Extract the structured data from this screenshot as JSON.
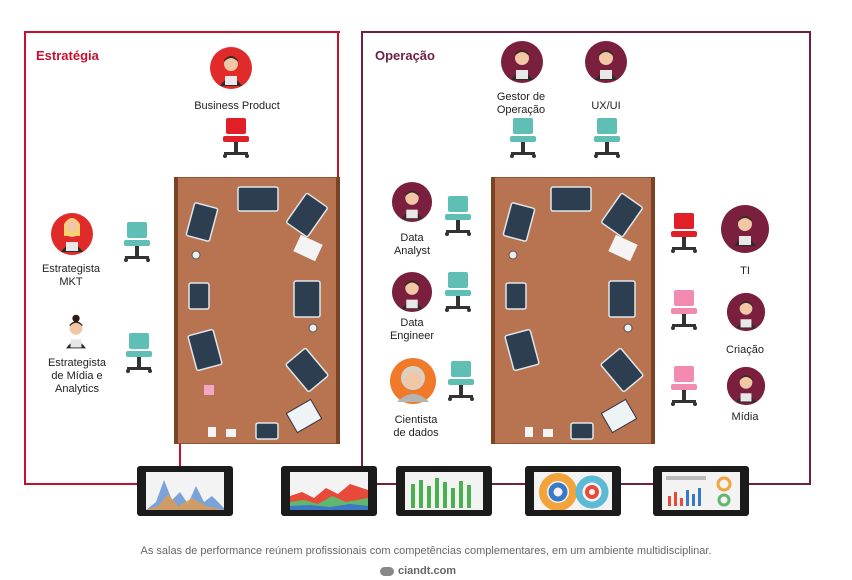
{
  "rooms": {
    "estrategia": {
      "title": "Estratégia",
      "color": "#c8102e"
    },
    "operacao": {
      "title": "Operação",
      "color": "#6d1f45"
    }
  },
  "roles": {
    "business_product": "Business Product",
    "estrategista_mkt": [
      "Estrategista",
      "MKT"
    ],
    "estrategista_midia": [
      "Estrategista",
      "de Mídia e",
      "Analytics"
    ],
    "gestor_operacao": [
      "Gestor de",
      "Operação"
    ],
    "ux_ui": "UX/UI",
    "data_analyst": [
      "Data",
      "Analyst"
    ],
    "data_engineer": [
      "Data",
      "Engineer"
    ],
    "cientista_dados": [
      "Cientista",
      "de dados"
    ],
    "ti": "TI",
    "criacao": "Criação",
    "midia": "Mídia"
  },
  "caption": "As salas de performance reúnem profissionais com competências complementares, em um ambiente multidisciplinar.",
  "logo": "ciandt.com",
  "colors": {
    "table": "#b87450",
    "chair_teal": "#5fbfb4",
    "chair_red": "#e21f26",
    "chair_pink": "#f28ab2",
    "avatar_red": "#e12a2a",
    "avatar_maroon": "#7a1f3d",
    "avatar_orange": "#f07a2a"
  }
}
